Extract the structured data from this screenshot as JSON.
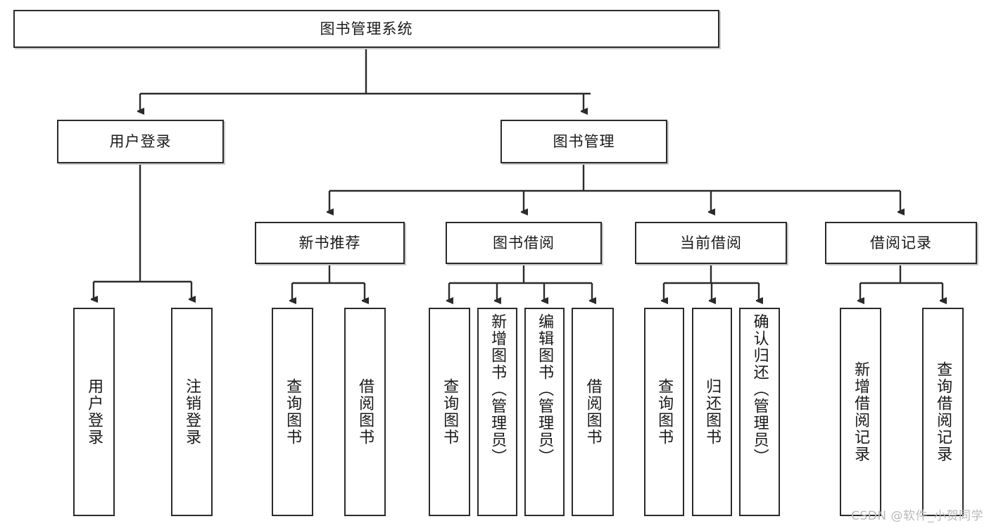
{
  "diagram": {
    "title": "图书管理系统",
    "type": "hierarchy-tree",
    "root": {
      "label": "图书管理系统"
    },
    "level2": [
      {
        "label": "用户登录"
      },
      {
        "label": "图书管理"
      }
    ],
    "level3": [
      {
        "label": "新书推荐"
      },
      {
        "label": "图书借阅"
      },
      {
        "label": "当前借阅"
      },
      {
        "label": "借阅记录"
      }
    ],
    "leaves": {
      "user_login": [
        {
          "label": "用户登录"
        },
        {
          "label": "注销登录"
        }
      ],
      "new_book_recommend": [
        {
          "label": "查询图书"
        },
        {
          "label": "借阅图书"
        }
      ],
      "book_borrow": [
        {
          "label": "查询图书"
        },
        {
          "label": "新增图书（管理员）"
        },
        {
          "label": "编辑图书（管理员）"
        },
        {
          "label": "借阅图书"
        }
      ],
      "current_borrow": [
        {
          "label": "查询图书"
        },
        {
          "label": "归还图书"
        },
        {
          "label": "确认归还（管理员）"
        }
      ],
      "borrow_record": [
        {
          "label": "新增借阅记录"
        },
        {
          "label": "查询借阅记录"
        }
      ]
    }
  },
  "watermark": {
    "text": "CSDN @软件_小贺同学"
  },
  "colors": {
    "stroke": "#2b2b2b",
    "fill": "#ffffff",
    "text": "#1a1a1a",
    "watermark": "#b9b9b9"
  }
}
